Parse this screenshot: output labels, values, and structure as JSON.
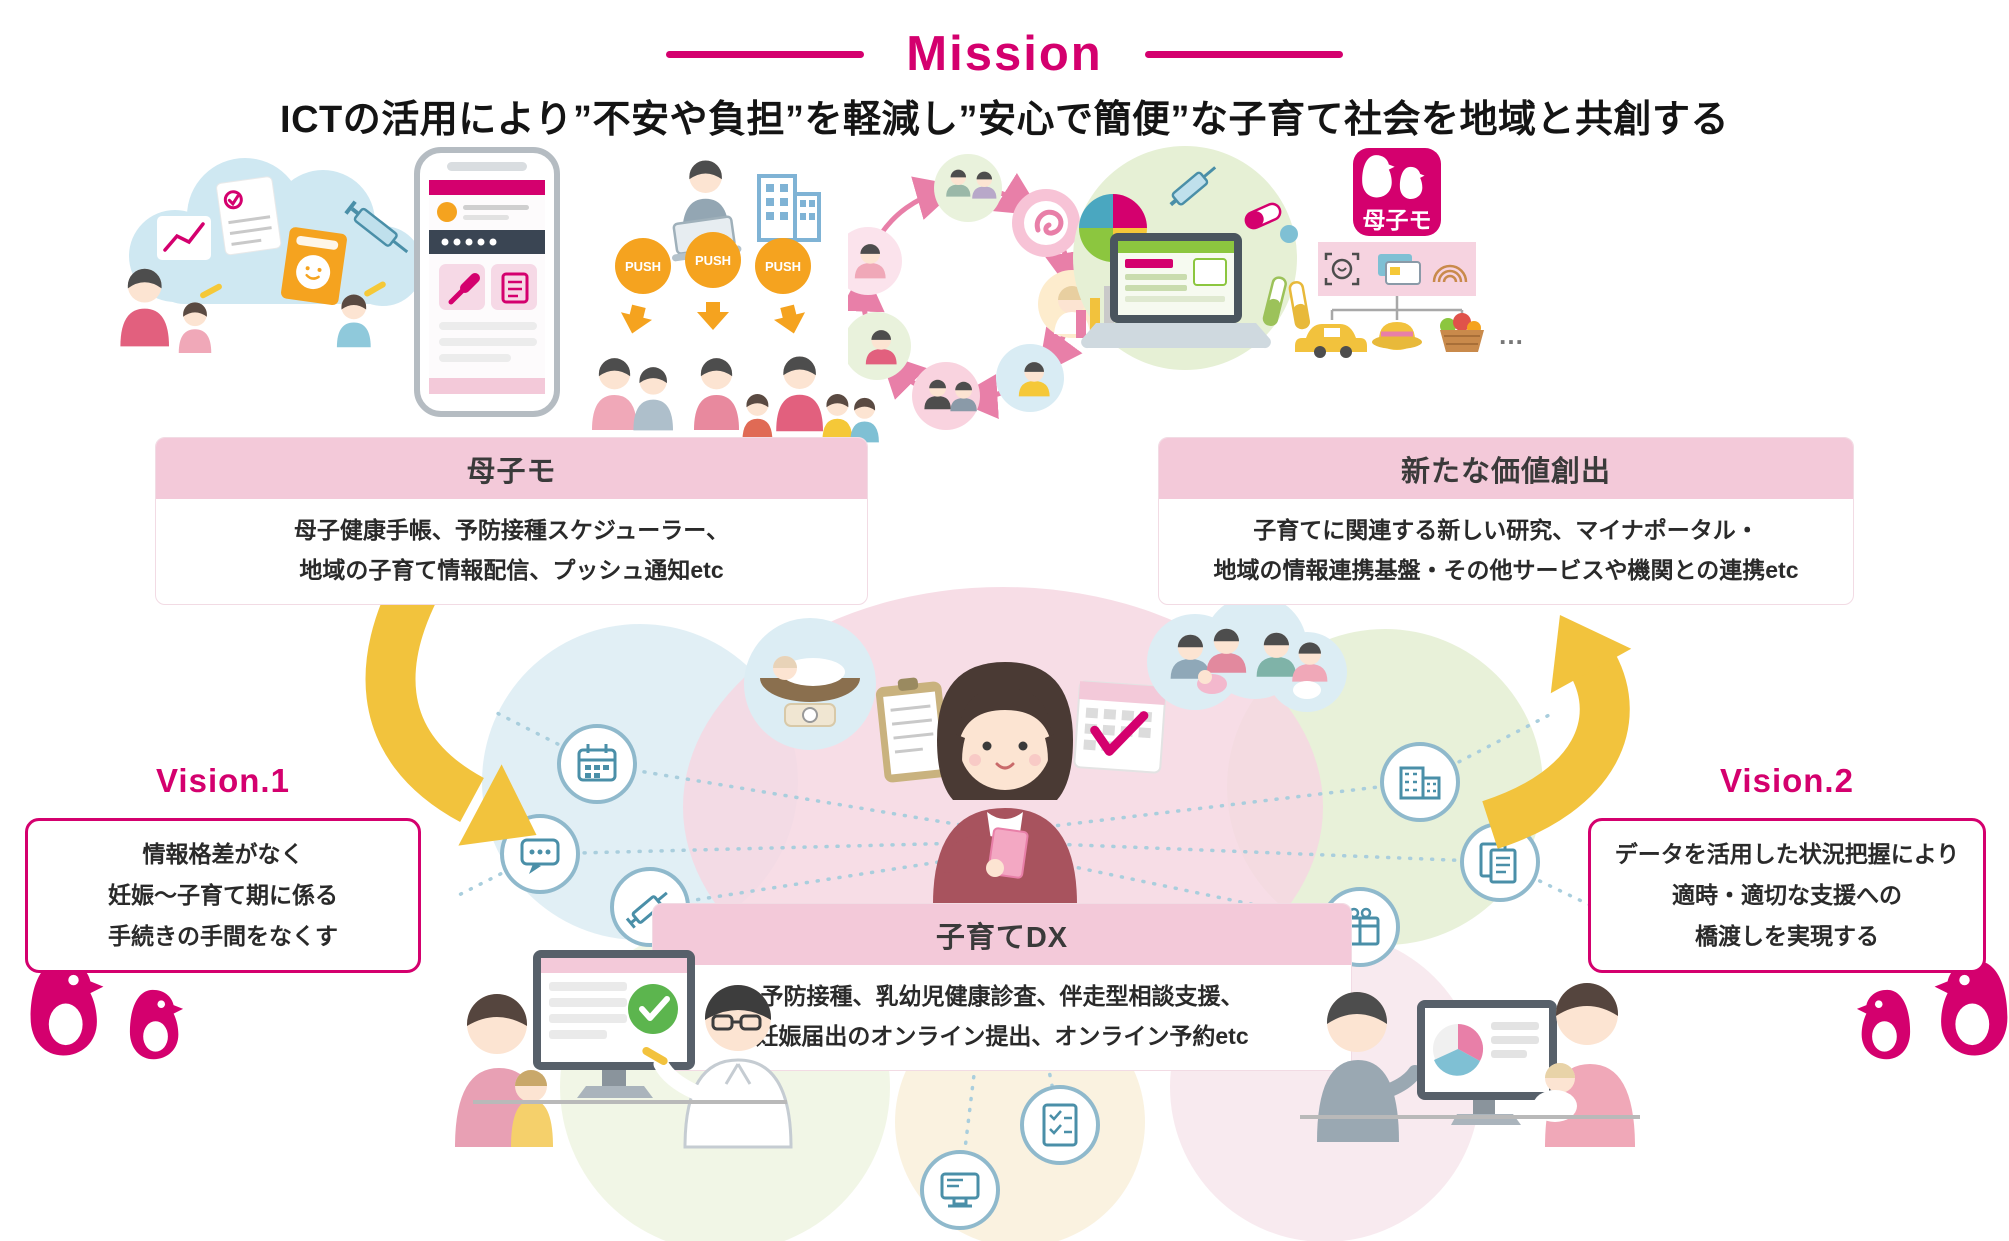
{
  "mission": {
    "title": "Mission",
    "subtitle": "ICTの活用により”不安や負担”を軽減し”安心で簡便”な子育て社会を地域と共創する"
  },
  "cards": {
    "boshimo": {
      "title": "母子モ",
      "line1": "母子健康手帳、予防接種スケジューラー、",
      "line2": "地域の子育て情報配信、プッシュ通知etc"
    },
    "new_value": {
      "title": "新たな価値創出",
      "line1": "子育てに関連する新しい研究、マイナポータル・",
      "line2": "地域の情報連携基盤・その他サービスや機関との連携etc"
    },
    "kosodate_dx": {
      "title": "子育てDX",
      "line1": "予防接種、乳幼児健康診査、伴走型相談支援、",
      "line2": "妊娠届出のオンライン提出、オンライン予約etc"
    }
  },
  "visions": {
    "vision1": {
      "title": "Vision.1",
      "line1": "情報格差がなく",
      "line2": "妊娠〜子育て期に係る",
      "line3": "手続きの手間をなくす"
    },
    "vision2": {
      "title": "Vision.2",
      "line1": "データを活用した状況把握により",
      "line2": "適時・適切な支援への",
      "line3": "橋渡しを実現する"
    }
  },
  "labels": {
    "push": "PUSH",
    "boshimo_logo": "母子モ",
    "ellipsis": "…"
  },
  "colors": {
    "magenta": "#d4006e",
    "light_pink": "#f3c9d9",
    "arrow_yellow": "#f2c33d",
    "push_orange": "#f5a31f",
    "pastel_blue": "#d9ebf3",
    "pastel_green": "#e2eecf",
    "pastel_pink": "#f6d7e2",
    "icon_teal": "#4a8fa8"
  }
}
